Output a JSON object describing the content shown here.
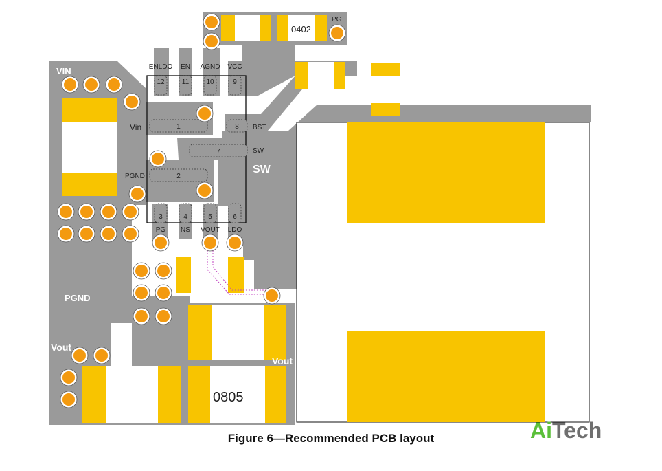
{
  "figure": {
    "caption": "Figure 6—Recommended PCB layout"
  },
  "logo": {
    "part1": "Ai",
    "part2": "Tech"
  },
  "colors": {
    "copper": "#9a9a9a",
    "pad": "#f8c400",
    "via": "#f39a10",
    "outline": "#111111",
    "trace": "#c040c0"
  },
  "pins": {
    "p12": {
      "num": "12",
      "name": "ENLDO"
    },
    "p11": {
      "num": "11",
      "name": "EN"
    },
    "p10": {
      "num": "10",
      "name": "AGND"
    },
    "p9": {
      "num": "9",
      "name": "VCC"
    },
    "p1": {
      "num": "1",
      "name": "Vin"
    },
    "p8": {
      "num": "8",
      "name": "BST"
    },
    "p7": {
      "num": "7",
      "name": "SW"
    },
    "p2": {
      "num": "2",
      "name": "PGND"
    },
    "p3": {
      "num": "3",
      "name": "PG"
    },
    "p4": {
      "num": "4",
      "name": "NS"
    },
    "p5": {
      "num": "5",
      "name": "VOUT"
    },
    "p6": {
      "num": "6",
      "name": "LDO"
    }
  },
  "nets": {
    "vin": "VIN",
    "pgnd": "PGND",
    "sw": "SW",
    "vout_left": "Vout",
    "vout_right": "Vout",
    "pg": "PG"
  },
  "packages": {
    "p0402": "0402",
    "p0805": "0805"
  }
}
